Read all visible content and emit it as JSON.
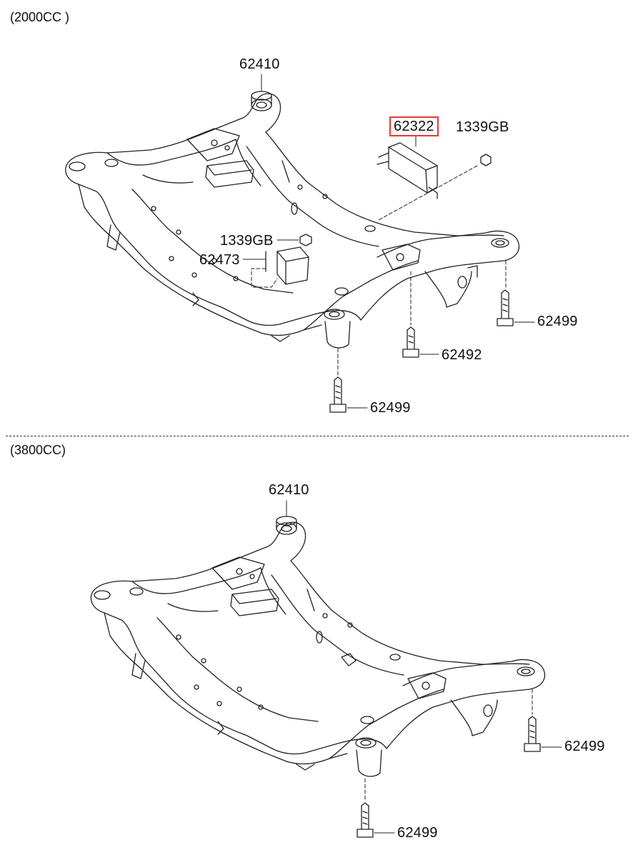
{
  "sections": [
    {
      "title": "(2000CC )",
      "callouts": [
        "62410",
        "62322",
        "1339GB",
        "1339GB",
        "62473",
        "62499",
        "62492",
        "62499"
      ]
    },
    {
      "title": "(3800CC)",
      "callouts": [
        "62410",
        "62499",
        "62499"
      ]
    }
  ],
  "highlight_color": "#e53935"
}
